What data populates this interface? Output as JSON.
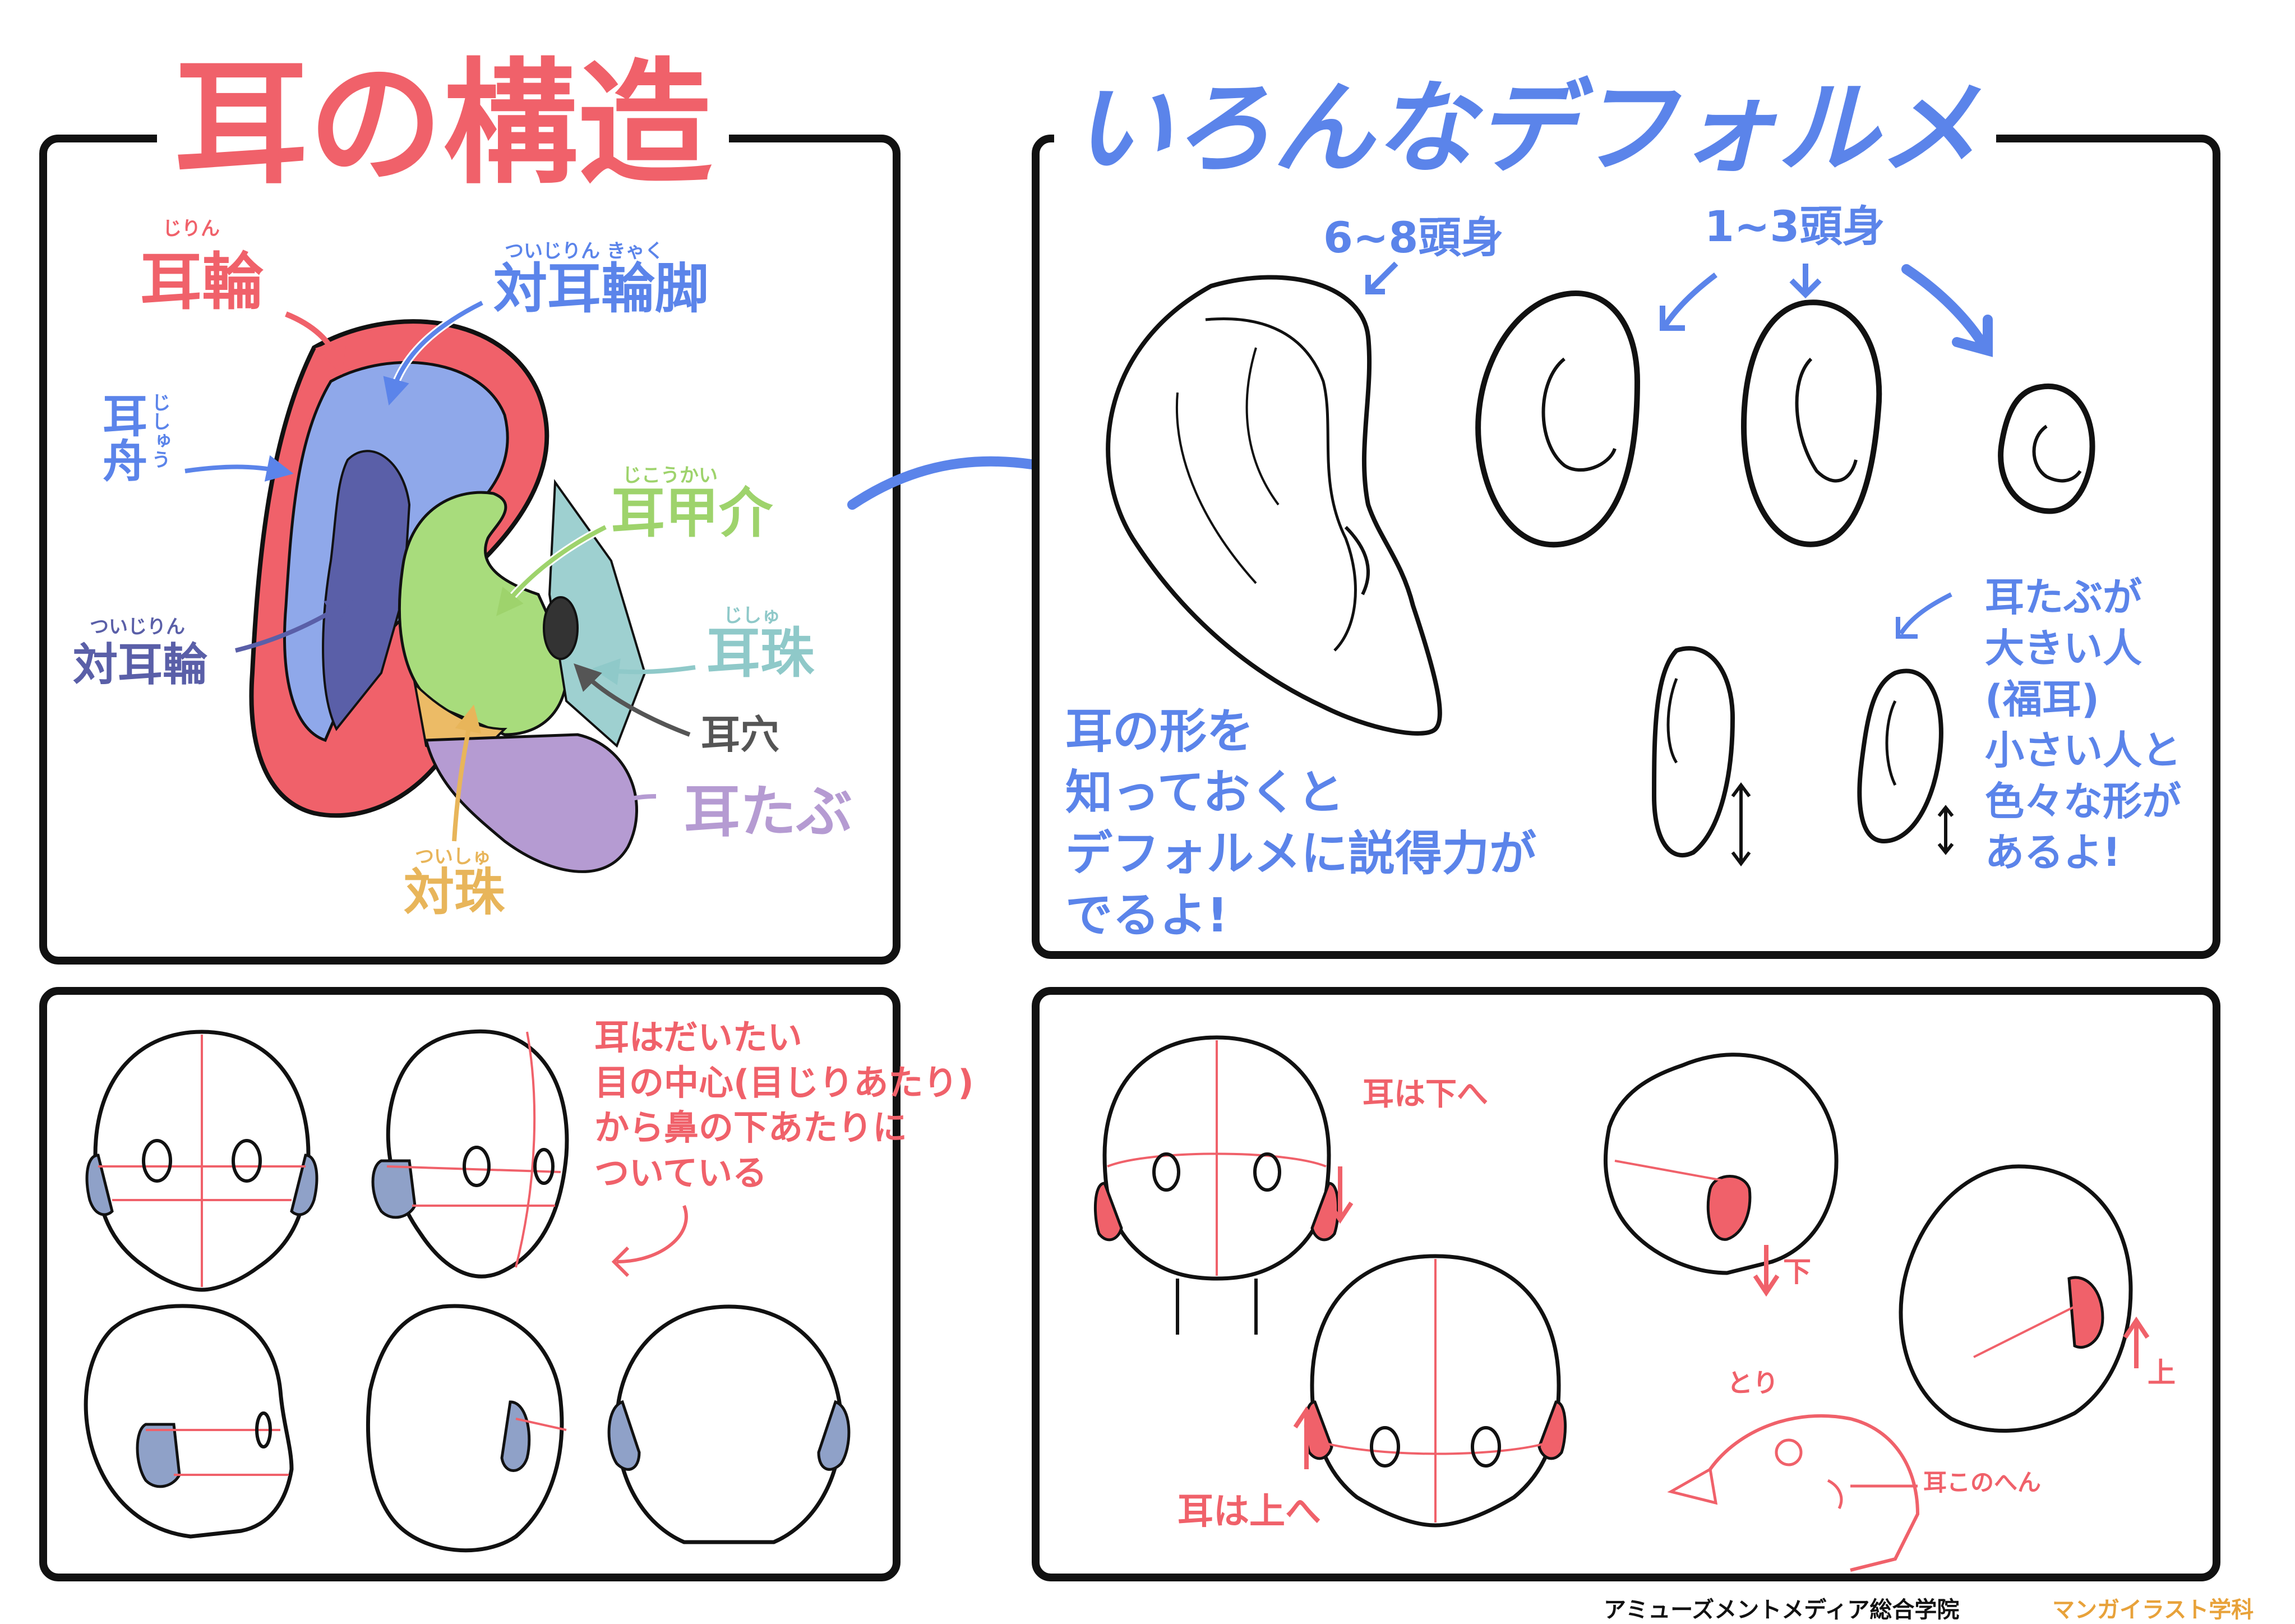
{
  "colors": {
    "red": "#f0616a",
    "blue": "#5b84ea",
    "navy": "#5a5fa8",
    "green": "#9ed36c",
    "teal": "#8fc9c9",
    "purple": "#b59bd2",
    "orange": "#e8b55a",
    "gray": "#555555",
    "ear_fill": "#8fa1c8",
    "ink": "#111111"
  },
  "panel1": {
    "title": "耳の構造",
    "labels": {
      "helix": {
        "ruby": "じりん",
        "text": "耳輪"
      },
      "antihelix_crus": {
        "ruby": "ついじりん きゃく",
        "text": "対耳輪脚"
      },
      "scapha": {
        "ruby": "じしゅう",
        "text": "耳舟"
      },
      "concha": {
        "ruby": "じこうかい",
        "text": "耳甲介"
      },
      "tragus": {
        "ruby": "じしゅ",
        "text": "耳珠"
      },
      "antihelix": {
        "ruby": "ついじりん",
        "text": "対耳輪"
      },
      "ear_hole": {
        "text": "耳穴"
      },
      "earlobe": {
        "text": "耳たぶ"
      },
      "antitragus": {
        "ruby": "ついしゅ",
        "text": "対珠"
      }
    }
  },
  "panel2": {
    "title": "いろんなデフォルメ",
    "ratio_a": "6~8頭身",
    "ratio_b": "1~3頭身",
    "note_lines": [
      "耳の形を",
      "知っておくと",
      "デフォルメに説得力が",
      "でるよ!"
    ],
    "side_note_lines": [
      "耳たぶが",
      "大きい人",
      "(福耳)",
      "小さい人と",
      "色々な形が",
      "あるよ!"
    ]
  },
  "panel3": {
    "note_lines": [
      "耳はだいたい",
      "目の中心(目じりあたり)",
      "から鼻の下あたりに",
      "ついている"
    ]
  },
  "panel4": {
    "down_label": "耳は下へ",
    "up_label": "耳は上へ",
    "down_small": "下",
    "up_small": "上",
    "bird_label": "とり",
    "bird_ear_label": "耳このへん"
  },
  "footer": {
    "school": "アミューズメントメディア総合学院",
    "department": "マンガイラスト学科"
  }
}
